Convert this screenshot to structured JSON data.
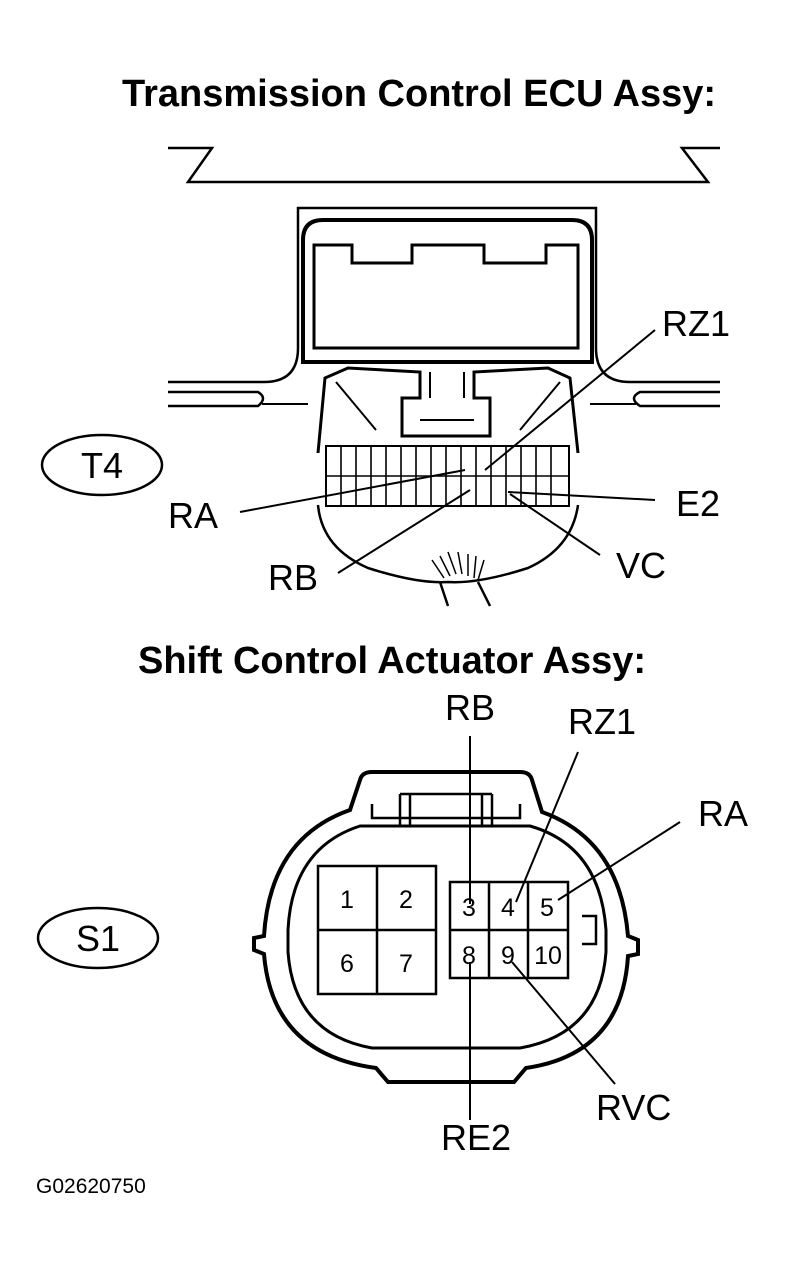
{
  "titles": {
    "ecu": "Transmission Control ECU Assy:",
    "actuator": "Shift Control Actuator Assy:"
  },
  "connectors": {
    "ecu_id": "T4",
    "actuator_id": "S1"
  },
  "ecu_labels": {
    "rz1": "RZ1",
    "ra": "RA",
    "e2": "E2",
    "rb": "RB",
    "vc": "VC"
  },
  "actuator_labels": {
    "rb": "RB",
    "rz1": "RZ1",
    "ra": "RA",
    "rvc": "RVC",
    "re2": "RE2"
  },
  "actuator_pins": [
    "1",
    "2",
    "6",
    "7",
    "3",
    "4",
    "5",
    "8",
    "9",
    "10"
  ],
  "figure_code": "G02620750"
}
